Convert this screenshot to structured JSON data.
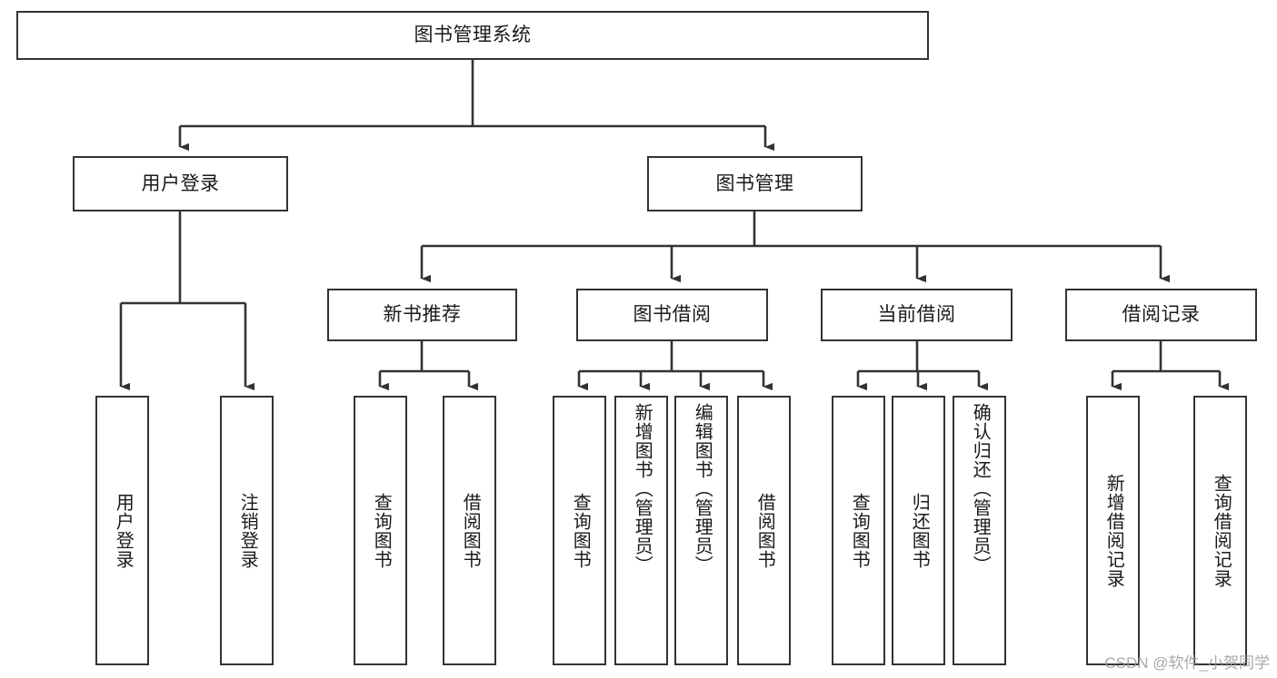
{
  "diagram": {
    "title": "图书管理系统",
    "type": "tree-hierarchy",
    "root": {
      "id": "root",
      "label": "图书管理系统"
    },
    "level2": [
      {
        "id": "user-login",
        "label": "用户登录"
      },
      {
        "id": "book-manage",
        "label": "图书管理"
      }
    ],
    "level3": [
      {
        "id": "new-book-rec",
        "label": "新书推荐"
      },
      {
        "id": "book-borrow",
        "label": "图书借阅"
      },
      {
        "id": "current-borrow",
        "label": "当前借阅"
      },
      {
        "id": "borrow-record",
        "label": "借阅记录"
      }
    ],
    "leaves": [
      {
        "id": "leaf-user-login",
        "label": "用户登录",
        "parent": "用户登录"
      },
      {
        "id": "leaf-logout",
        "label": "注销登录",
        "parent": "用户登录"
      },
      {
        "id": "leaf-query-book-1",
        "label": "查询图书",
        "parent": "新书推荐"
      },
      {
        "id": "leaf-borrow-book-1",
        "label": "借阅图书",
        "parent": "新书推荐"
      },
      {
        "id": "leaf-query-book-2",
        "label": "查询图书",
        "parent": "图书借阅"
      },
      {
        "id": "leaf-add-book",
        "label": "新增图书（管理员）",
        "parent": "图书借阅"
      },
      {
        "id": "leaf-edit-book",
        "label": "编辑图书（管理员）",
        "parent": "图书借阅"
      },
      {
        "id": "leaf-borrow-book-2",
        "label": "借阅图书",
        "parent": "图书借阅"
      },
      {
        "id": "leaf-query-book-3",
        "label": "查询图书",
        "parent": "当前借阅"
      },
      {
        "id": "leaf-return-book",
        "label": "归还图书",
        "parent": "当前借阅"
      },
      {
        "id": "leaf-confirm-return",
        "label": "确认归还（管理员）",
        "parent": "当前借阅"
      },
      {
        "id": "leaf-add-record",
        "label": "新增借阅记录",
        "parent": "借阅记录"
      },
      {
        "id": "leaf-query-record",
        "label": "查询借阅记录",
        "parent": "借阅记录"
      }
    ],
    "watermark": "CSDN @软件_小贺同学",
    "colors": {
      "background": "#ffffff",
      "box_fill": "#ffffff",
      "box_border": "#333333",
      "connector": "#333333",
      "text": "#1a1a1a",
      "watermark": "#9a9a9a"
    }
  }
}
